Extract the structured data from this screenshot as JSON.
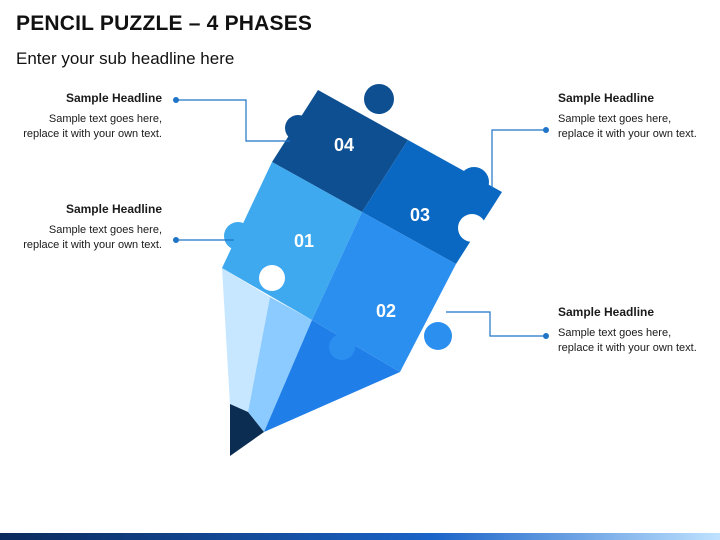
{
  "header": {
    "title": "PENCIL PUZZLE – 4 PHASES",
    "subtitle": "Enter your sub headline here"
  },
  "phases": [
    {
      "number": "04",
      "color": "#0e4f91"
    },
    {
      "number": "03",
      "color": "#0a67c2"
    },
    {
      "number": "01",
      "color": "#3fa9ef"
    },
    {
      "number": "02",
      "color": "#2b8ff0"
    }
  ],
  "pencil": {
    "light": "#c7e6ff",
    "mid": "#8ccbff",
    "edge": "#1f7ee8",
    "tip": "#0c2d52"
  },
  "callouts": [
    {
      "headline": "Sample Headline",
      "text": "Sample text goes here, replace it with your own text."
    },
    {
      "headline": "Sample Headline",
      "text": "Sample text goes here, replace it with your own text."
    },
    {
      "headline": "Sample Headline",
      "text": "Sample text goes here, replace it with your own text."
    },
    {
      "headline": "Sample Headline",
      "text": "Sample text goes here, replace it with your own text."
    }
  ],
  "connector_color": "#1f74c8"
}
